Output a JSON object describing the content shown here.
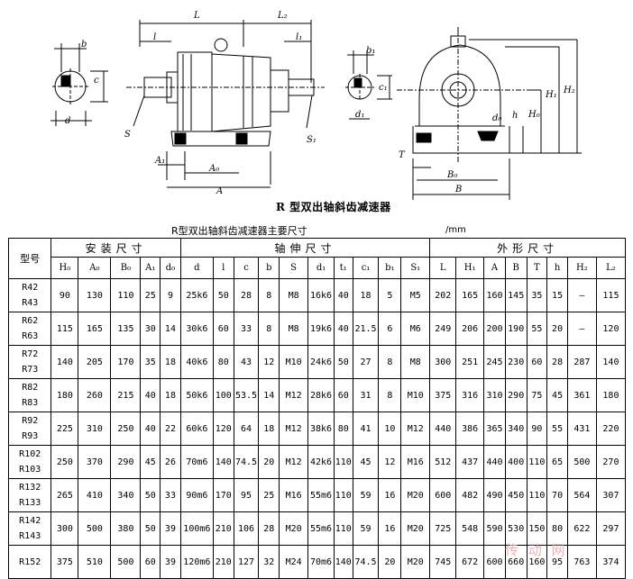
{
  "drawing": {
    "caption": "R 型双出轴斜齿减速器",
    "labels": {
      "L": "L",
      "L2": "L₂",
      "l": "l",
      "l1": "l₁",
      "b": "b",
      "b1": "b₁",
      "c": "c",
      "c1": "c₁",
      "d": "d",
      "d1": "d₁",
      "S": "S",
      "S1": "S₁",
      "A": "A",
      "A0": "A₀",
      "A1": "A₁",
      "H1": "H₁",
      "H2": "H₂",
      "H0": "H₀",
      "h": "h",
      "d0": "d₀",
      "T": "T",
      "B0": "B₀",
      "B": "B"
    }
  },
  "table": {
    "title": "R型双出轴斜齿减速器主要尺寸",
    "unit": "/mm",
    "model_header": "型号",
    "groups": {
      "install": "安装尺寸",
      "shaft": "轴伸尺寸",
      "shape": "外形尺寸"
    },
    "columns": [
      "H₀",
      "A₀",
      "B₀",
      "A₁",
      "d₀",
      "d",
      "l",
      "c",
      "b",
      "S",
      "d₁",
      "t₁",
      "c₁",
      "b₁",
      "S₁",
      "L",
      "H₁",
      "A",
      "B",
      "T",
      "h",
      "H₂",
      "L₂"
    ],
    "rows": [
      {
        "model": [
          "R42",
          "R43"
        ],
        "values": [
          "90",
          "130",
          "110",
          "25",
          "9",
          "25k6",
          "50",
          "28",
          "8",
          "M8",
          "16k6",
          "40",
          "18",
          "5",
          "M5",
          "202",
          "165",
          "160",
          "145",
          "35",
          "15",
          "—",
          "115"
        ]
      },
      {
        "model": [
          "R62",
          "R63"
        ],
        "values": [
          "115",
          "165",
          "135",
          "30",
          "14",
          "30k6",
          "60",
          "33",
          "8",
          "M8",
          "19k6",
          "40",
          "21.5",
          "6",
          "M6",
          "249",
          "206",
          "200",
          "190",
          "55",
          "20",
          "—",
          "120"
        ]
      },
      {
        "model": [
          "R72",
          "R73"
        ],
        "values": [
          "140",
          "205",
          "170",
          "35",
          "18",
          "40k6",
          "80",
          "43",
          "12",
          "M10",
          "24k6",
          "50",
          "27",
          "8",
          "M8",
          "300",
          "251",
          "245",
          "230",
          "60",
          "28",
          "287",
          "140"
        ]
      },
      {
        "model": [
          "R82",
          "R83"
        ],
        "values": [
          "180",
          "260",
          "215",
          "40",
          "18",
          "50k6",
          "100",
          "53.5",
          "14",
          "M12",
          "28k6",
          "60",
          "31",
          "8",
          "M10",
          "375",
          "316",
          "310",
          "290",
          "75",
          "45",
          "361",
          "180"
        ]
      },
      {
        "model": [
          "R92",
          "R93"
        ],
        "values": [
          "225",
          "310",
          "250",
          "40",
          "22",
          "60k6",
          "120",
          "64",
          "18",
          "M12",
          "38k6",
          "80",
          "41",
          "10",
          "M12",
          "440",
          "386",
          "365",
          "340",
          "90",
          "55",
          "431",
          "220"
        ]
      },
      {
        "model": [
          "R102",
          "R103"
        ],
        "values": [
          "250",
          "370",
          "290",
          "45",
          "26",
          "70m6",
          "140",
          "74.5",
          "20",
          "M12",
          "42k6",
          "110",
          "45",
          "12",
          "M16",
          "512",
          "437",
          "440",
          "400",
          "110",
          "65",
          "500",
          "270"
        ]
      },
      {
        "model": [
          "R132",
          "R133"
        ],
        "values": [
          "265",
          "410",
          "340",
          "50",
          "33",
          "90m6",
          "170",
          "95",
          "25",
          "M16",
          "55m6",
          "110",
          "59",
          "16",
          "M20",
          "600",
          "482",
          "490",
          "450",
          "110",
          "70",
          "564",
          "307"
        ]
      },
      {
        "model": [
          "R142",
          "R143"
        ],
        "values": [
          "300",
          "500",
          "380",
          "50",
          "39",
          "100m6",
          "210",
          "106",
          "28",
          "M20",
          "55m6",
          "110",
          "59",
          "16",
          "M20",
          "725",
          "548",
          "590",
          "530",
          "150",
          "80",
          "622",
          "297"
        ]
      },
      {
        "model": [
          "R152"
        ],
        "values": [
          "375",
          "510",
          "500",
          "60",
          "39",
          "120m6",
          "210",
          "127",
          "32",
          "M24",
          "70m6",
          "140",
          "74.5",
          "20",
          "M20",
          "745",
          "672",
          "600",
          "660",
          "160",
          "95",
          "763",
          "374"
        ]
      }
    ]
  },
  "watermark": "传 动 网"
}
